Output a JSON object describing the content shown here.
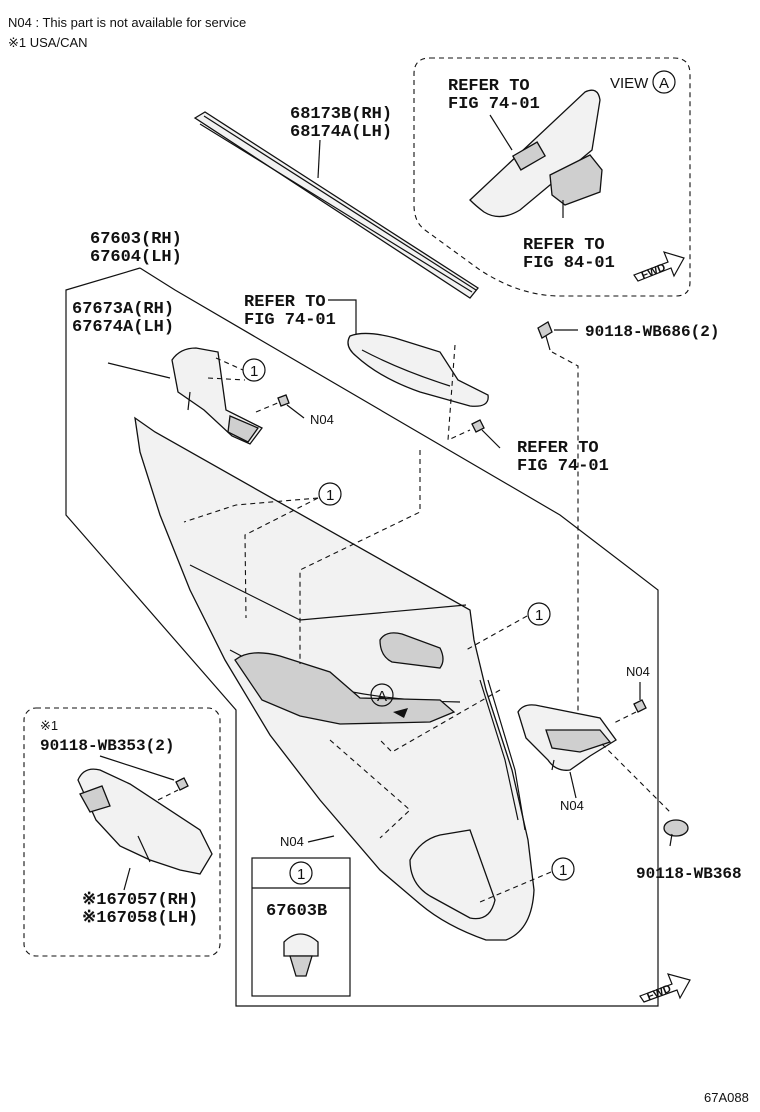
{
  "notes": {
    "n04": "N04 : This part is not available for service",
    "usa_can": "※1 USA/CAN"
  },
  "view_a": {
    "label": "VIEW",
    "marker": "A",
    "refer_upper_1": "REFER TO",
    "refer_upper_2": "FIG 74-01",
    "refer_lower_1": "REFER TO",
    "refer_lower_2": "FIG 84-01",
    "fwd": "FWD"
  },
  "parts": {
    "weatherstrip_rh": "68173B(RH)",
    "weatherstrip_lh": "68174A(LH)",
    "trim_rh": "67603(RH)",
    "trim_lh": "67604(LH)",
    "bracket_rh": "67673A(RH)",
    "bracket_lh": "67674A(LH)",
    "screw_686": "90118-WB686(2)",
    "screw_353_mark": "※1",
    "screw_353": "90118-WB353(2)",
    "pad_rh": "※167057(RH)",
    "pad_lh": "※167058(LH)",
    "clip_368": "90118-WB368",
    "clip_legend": "67603B"
  },
  "refer": {
    "armrest_1": "REFER TO",
    "armrest_2": "FIG 74-01",
    "mid_1": "REFER TO",
    "mid_2": "FIG 74-01"
  },
  "n04_labels": [
    "N04",
    "N04",
    "N04",
    "N04"
  ],
  "callout_number": "1",
  "view_marker": "A",
  "fwd_bottom": "FWD",
  "figure_code": "67A088"
}
